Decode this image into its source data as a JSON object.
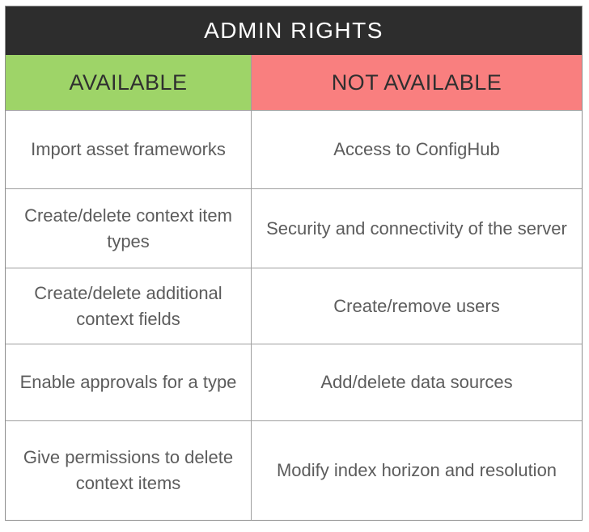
{
  "title": "ADMIN RIGHTS",
  "columns": [
    {
      "label": "AVAILABLE"
    },
    {
      "label": "NOT AVAILABLE"
    }
  ],
  "rows": [
    {
      "available": "Import asset frameworks",
      "not_available": "Access to ConfigHub"
    },
    {
      "available": "Create/delete context item types",
      "not_available": "Security and connectivity of the server"
    },
    {
      "available": "Create/delete additional context fields",
      "not_available": "Create/remove users"
    },
    {
      "available": "Enable approvals for a type",
      "not_available": "Add/delete data sources"
    },
    {
      "available": "Give permissions to delete context items",
      "not_available": "Modify index horizon and resolution"
    }
  ],
  "colors": {
    "title_bg": "#2d2d2d",
    "available_bg": "#9ed468",
    "not_available_bg": "#f97f7f",
    "grid_line": "#9f9f9f",
    "body_text": "#5c5c5c"
  }
}
